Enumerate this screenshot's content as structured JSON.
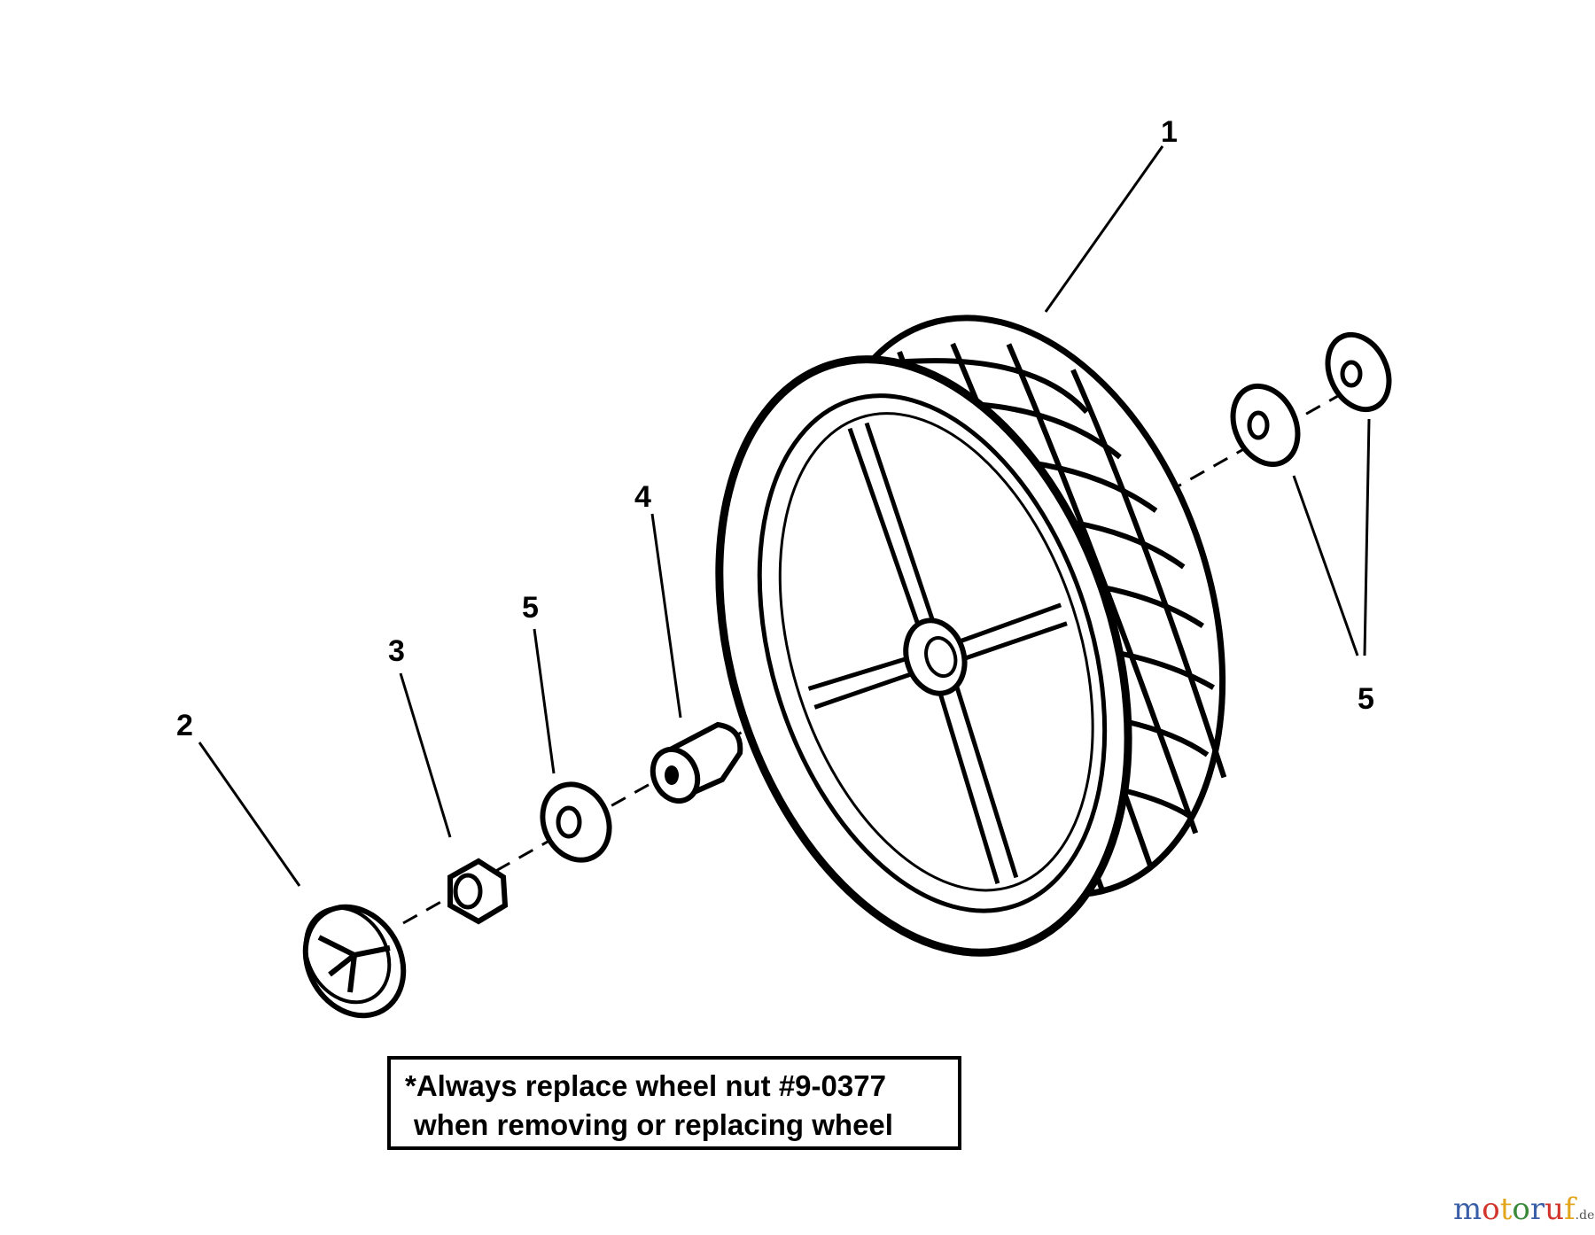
{
  "callouts": [
    "1",
    "2",
    "3",
    "4",
    "5",
    "5",
    "5"
  ],
  "note": {
    "line1": "*Always replace wheel nut #9-0377",
    "line2": "when removing or replacing wheel"
  },
  "watermark": {
    "letters": [
      "m",
      "o",
      "t",
      "o",
      "r",
      "u",
      "f"
    ],
    "suffix": ".de",
    "colors": [
      "#3a5fa8",
      "#d2352c",
      "#e2a51c",
      "#3a8a3c",
      "#3a5fa8",
      "#d2352c",
      "#e2a51c"
    ]
  },
  "colors": {
    "ink": "#000000",
    "background": "#ffffff"
  }
}
